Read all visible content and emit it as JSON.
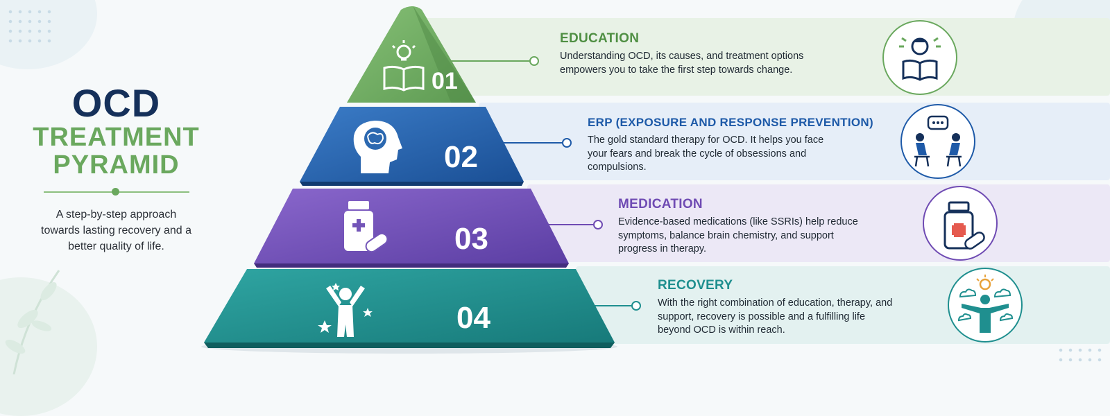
{
  "title": {
    "line1": "OCD",
    "line2": "TREATMENT",
    "line3": "PYRAMID"
  },
  "subtitle": "A step-by-step approach towards lasting recovery and a better quality of life.",
  "levels": [
    {
      "number": "01",
      "title": "EDUCATION",
      "description": "Understanding OCD, its causes, and treatment options empowers you to take the first step towards change.",
      "pyramid_icon": "book-lightbulb-icon",
      "side_icon": "person-reading-icon",
      "color": "#6aa85e"
    },
    {
      "number": "02",
      "title": "ERP (EXPOSURE AND RESPONSE PREVENTION)",
      "description": "The gold standard therapy for OCD. It helps you face your fears and break the cycle of obsessions and compulsions.",
      "pyramid_icon": "brain-head-icon",
      "side_icon": "therapy-session-icon",
      "color": "#1e5aa8"
    },
    {
      "number": "03",
      "title": "MEDICATION",
      "description": "Evidence-based medications (like SSRIs) help reduce symptoms, balance brain chemistry, and support progress in therapy.",
      "pyramid_icon": "medicine-bottle-icon",
      "side_icon": "medicine-bottle-icon",
      "color": "#6f4bb3"
    },
    {
      "number": "04",
      "title": "RECOVERY",
      "description": "With the right combination of education, therapy, and support, recovery is possible and a fulfilling life beyond OCD is within reach.",
      "pyramid_icon": "celebrating-person-icon",
      "side_icon": "person-sunshine-icon",
      "color": "#1f8f8f"
    }
  ]
}
